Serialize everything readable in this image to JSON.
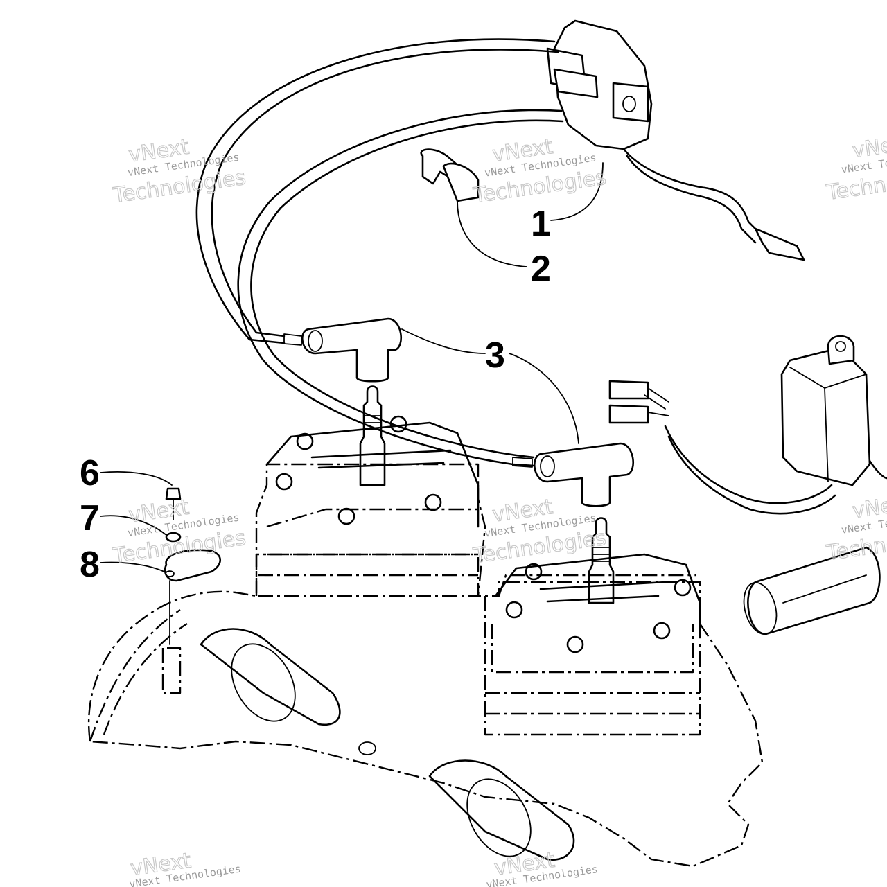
{
  "callouts": {
    "c1": "1",
    "c2": "2",
    "c3": "3",
    "c6": "6",
    "c7": "7",
    "c8": "8"
  },
  "watermark": {
    "line_small": "vNext Technologies",
    "line_big_1": "vNext",
    "line_big_2": "Technologies"
  }
}
